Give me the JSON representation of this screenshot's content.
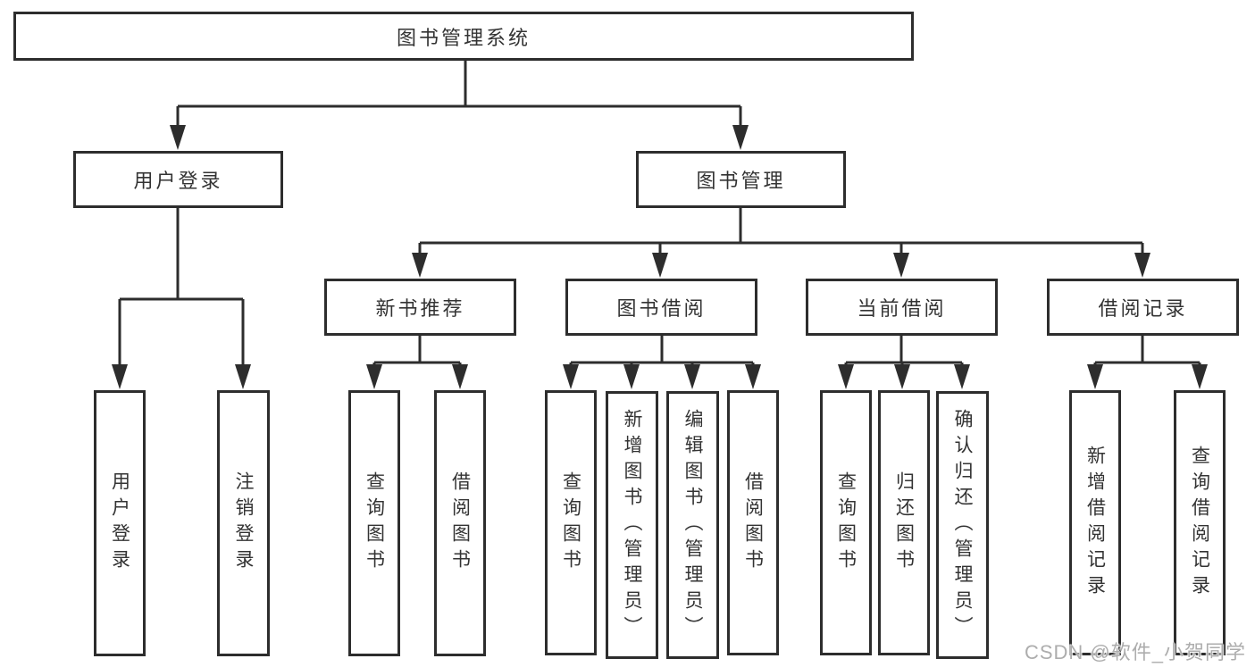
{
  "diagram": {
    "root": "图书管理系统",
    "user_branch": {
      "label": "用户登录",
      "children": [
        "用户登录",
        "注销登录"
      ]
    },
    "mgmt_branch": {
      "label": "图书管理",
      "groups": [
        {
          "label": "新书推荐",
          "children": [
            "查询图书",
            "借阅图书"
          ]
        },
        {
          "label": "图书借阅",
          "children": [
            "查询图书",
            "新增图书（管理员）",
            "编辑图书（管理员）",
            "借阅图书"
          ]
        },
        {
          "label": "当前借阅",
          "children": [
            "查询图书",
            "归还图书",
            "确认归还（管理员）"
          ]
        },
        {
          "label": "借阅记录",
          "children": [
            "新增借阅记录",
            "查询借阅记录"
          ]
        }
      ]
    },
    "colors": {
      "line": "#2d2d2d",
      "text": "#333333",
      "background": "#ffffff",
      "watermark": "#adadad"
    }
  },
  "watermark": {
    "text": "CSDN @软件_小贺同学"
  }
}
